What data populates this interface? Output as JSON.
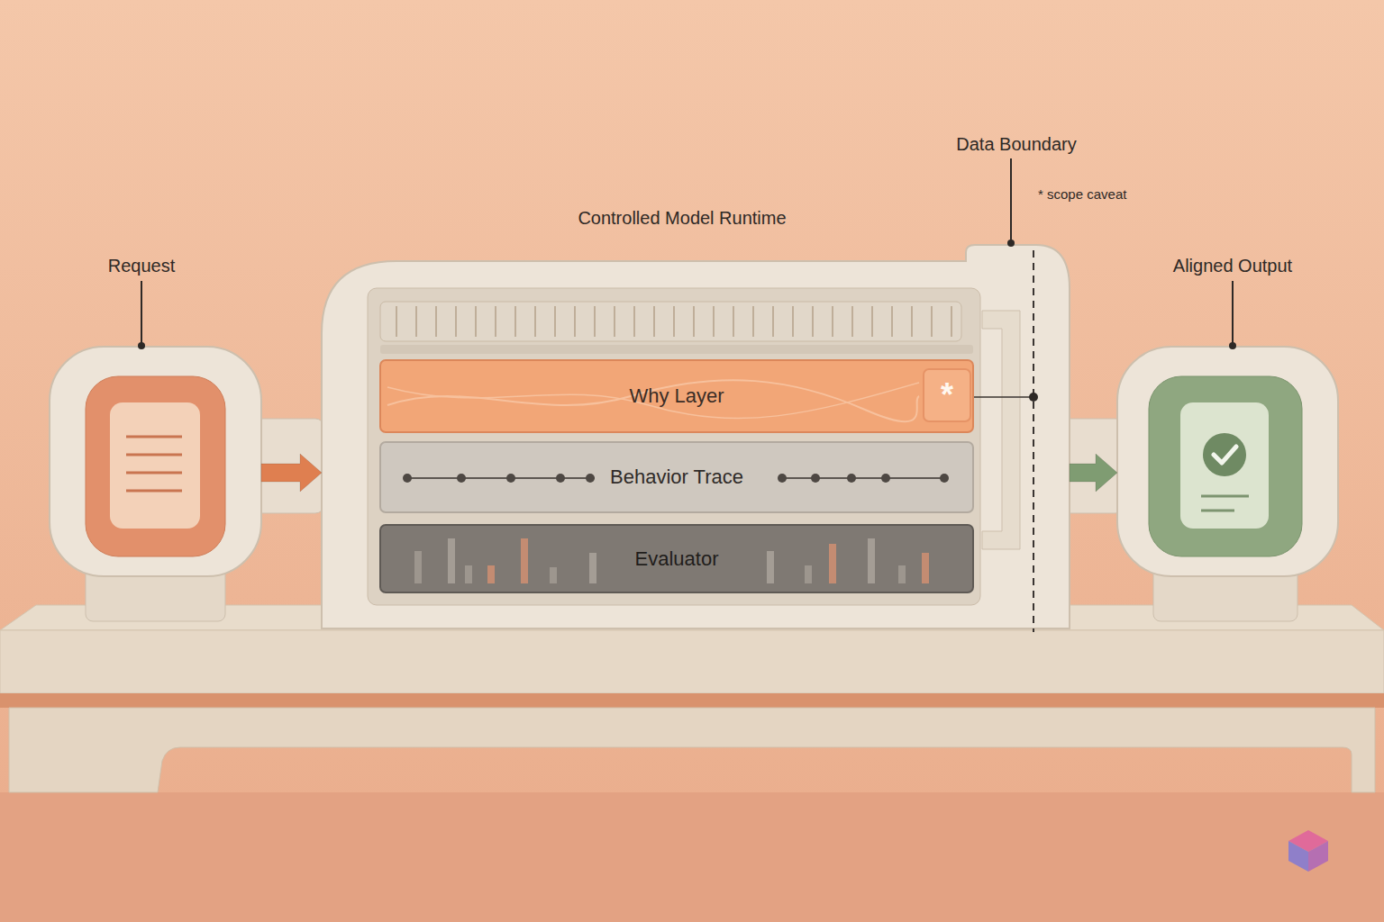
{
  "diagram": {
    "nodes": [
      {
        "text": [
          "Request"
        ]
      },
      {
        "text": [
          "Controlled Model Runtime"
        ]
      },
      {
        "text": [
          "Why Layer"
        ],
        "in": 1
      },
      {
        "text": [
          "*"
        ],
        "in": 2
      },
      {
        "text": [
          "Behavior Trace"
        ],
        "in": 1
      },
      {
        "text": [
          "Evaluator"
        ],
        "in": 1
      },
      {
        "text": [
          "Aligned Output"
        ]
      }
    ],
    "edges": [
      {
        "from": 0,
        "to": 1,
        "arrow": "to"
      },
      {
        "from": 1,
        "to": 6,
        "arrow": "to"
      }
    ],
    "labels": [
      "Data Boundary",
      "* scope caveat"
    ]
  }
}
